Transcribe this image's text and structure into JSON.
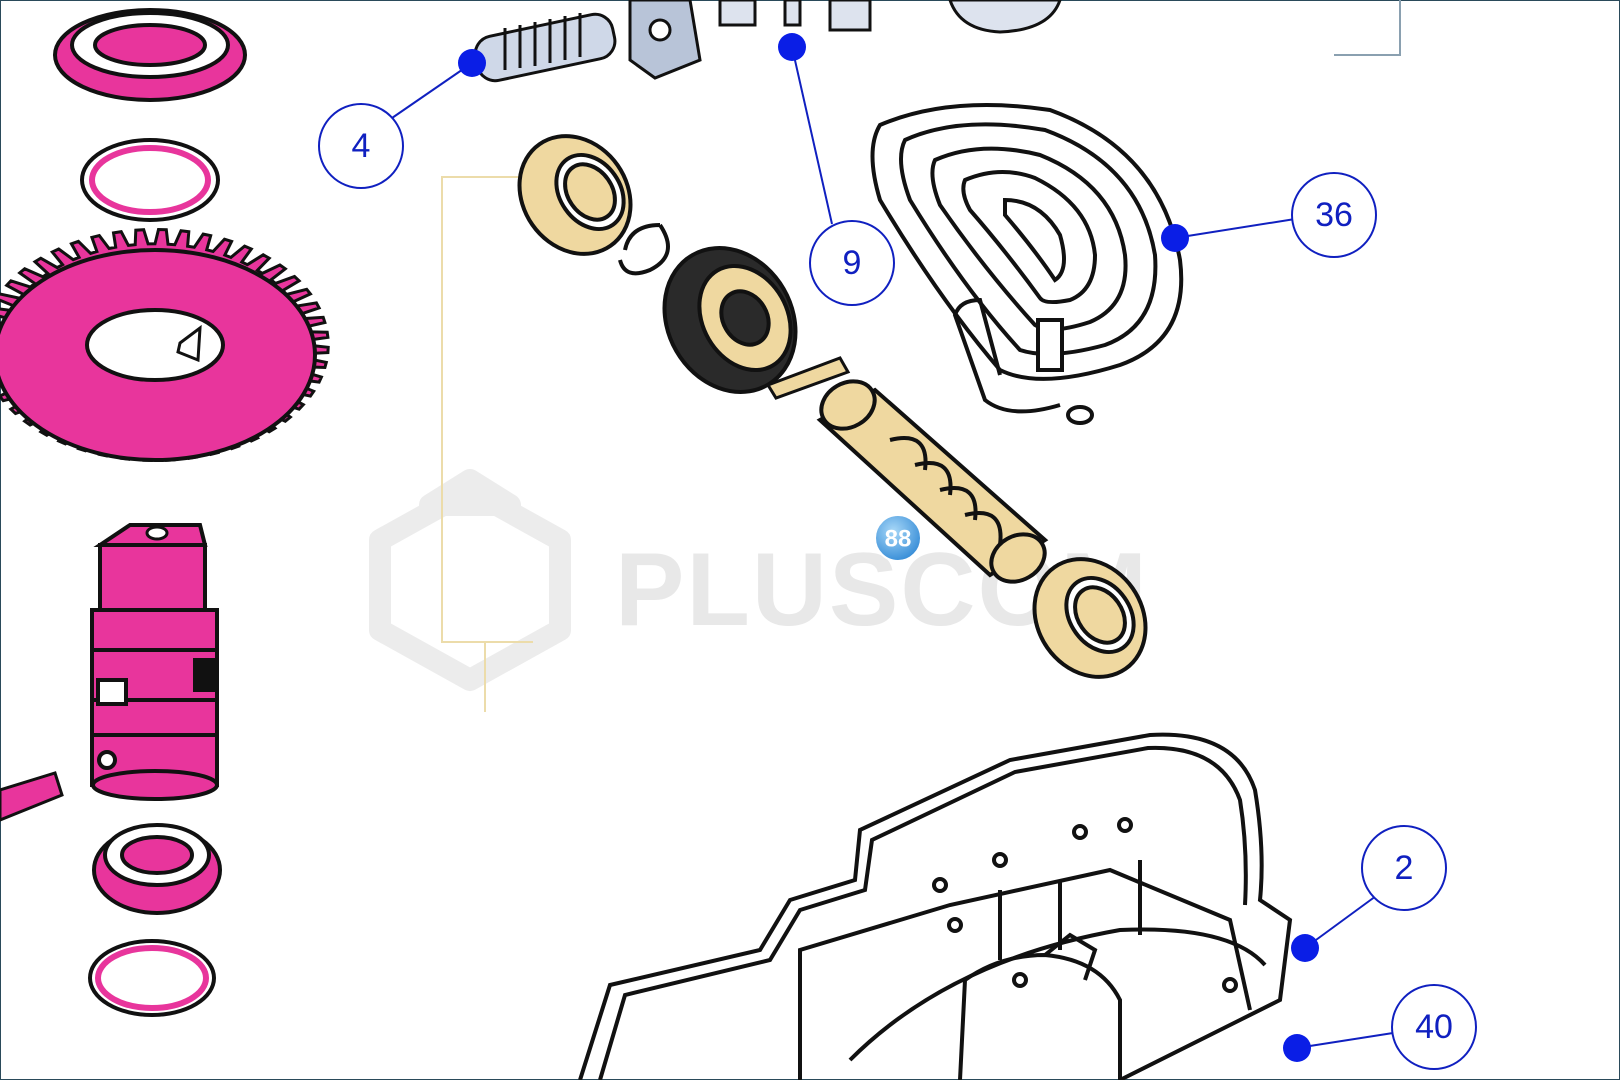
{
  "watermark": {
    "text": "PLUSCOM"
  },
  "callouts": [
    {
      "id": "callout-4",
      "label": "4"
    },
    {
      "id": "callout-9",
      "label": "9"
    },
    {
      "id": "callout-36",
      "label": "36"
    },
    {
      "id": "callout-2",
      "label": "2"
    },
    {
      "id": "callout-40",
      "label": "40"
    }
  ],
  "part_marker": {
    "label": "88"
  },
  "colors": {
    "callout_blue": "#1020c0",
    "leader_dot": "#0a1ee6",
    "part_magenta": "#e8359c",
    "part_tan": "#efd8a0",
    "bracket_tan": "#ecdcaa",
    "frame": "#2a4a5a"
  }
}
